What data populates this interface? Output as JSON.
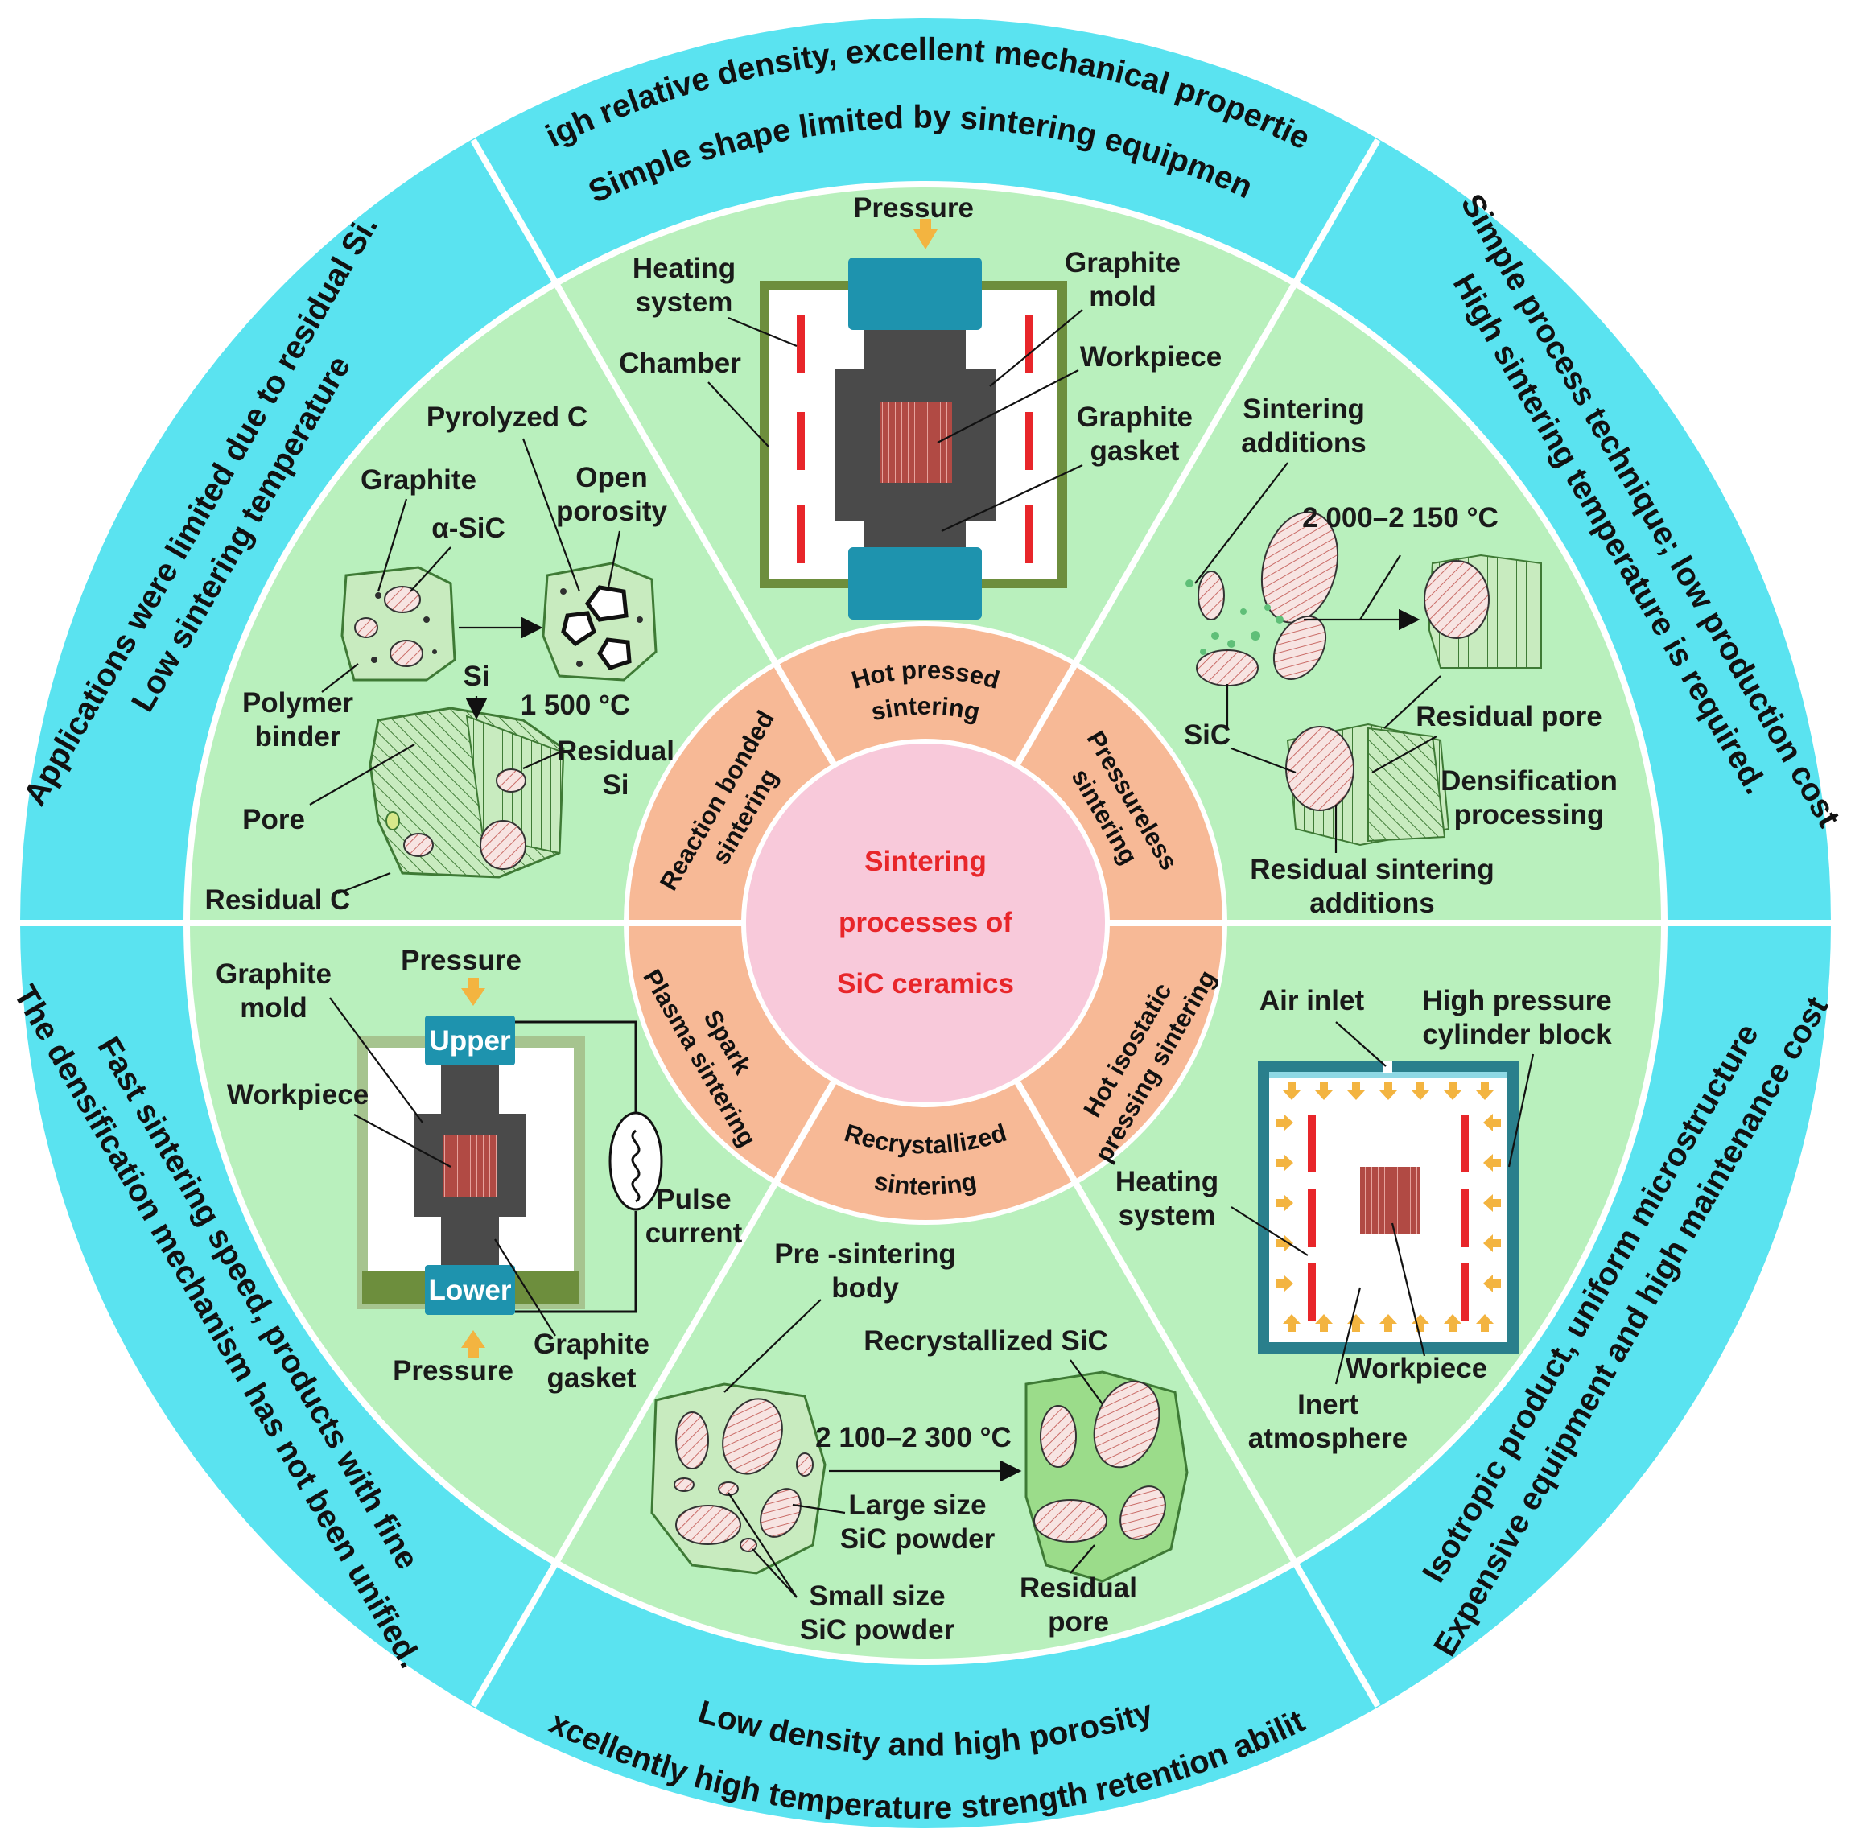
{
  "center": {
    "line1": "Sintering",
    "line2": "processes of",
    "line3": "SiC ceramics"
  },
  "processes": {
    "hot_pressed": [
      "Hot pressed",
      "sintering"
    ],
    "pressureless": [
      "Pressureless",
      "sintering"
    ],
    "hip": [
      "Hot isostatic",
      "pressing sintering"
    ],
    "recrystallized": [
      "Recrystallized",
      "sintering"
    ],
    "spark": [
      "Spark",
      "Plasma sintering"
    ],
    "reaction": [
      "Reaction bonded",
      "sintering"
    ]
  },
  "outer_ring": {
    "top": [
      "High relative density, excellent mechanical properties",
      "Simple shape limited by sintering equipment"
    ],
    "right_upper": [
      "Simple process technique; low production cost",
      "High sintering temperature is required."
    ],
    "right_lower": [
      "Isotropic product, uniform microstructure",
      "Expensive equipment and high maintenance cost"
    ],
    "bottom": [
      "Low density and high porosity",
      "Excellently high temperature strength retention ability"
    ],
    "left_lower": [
      "Fast sintering speed, products with fine",
      "The densification mechanism has not been unified."
    ],
    "left_upper": [
      "Applications were limited due to residual Si.",
      "Low sintering temperature"
    ]
  },
  "hot_pressed_panel": {
    "pressure": "Pressure",
    "heating_system": [
      "Heating",
      "system"
    ],
    "chamber": "Chamber",
    "graphite_mold": [
      "Graphite",
      "mold"
    ],
    "workpiece": "Workpiece",
    "graphite_gasket": [
      "Graphite",
      "gasket"
    ]
  },
  "pressureless_panel": {
    "sintering_additions": [
      "Sintering",
      "additions"
    ],
    "temperature": "2 000–2 150 °C",
    "sic": "SiC",
    "residual_pore": "Residual pore",
    "densification": [
      "Densification",
      "processing"
    ],
    "residual_additions": [
      "Residual sintering",
      "additions"
    ]
  },
  "hip_panel": {
    "air_inlet": "Air inlet",
    "cylinder": [
      "High pressure",
      "cylinder block"
    ],
    "heating_system": [
      "Heating",
      "system"
    ],
    "workpiece": "Workpiece",
    "inert": [
      "Inert",
      "atmosphere"
    ]
  },
  "recrystallized_panel": {
    "pre_sintering": [
      "Pre -sintering",
      "body"
    ],
    "recrystallized_sic": "Recrystallized SiC",
    "temperature": "2 100–2 300 °C",
    "large_powder": [
      "Large size",
      "SiC powder"
    ],
    "small_powder": [
      "Small size",
      "SiC powder"
    ],
    "residual_pore": [
      "Residual",
      "pore"
    ]
  },
  "spark_panel": {
    "pressure_top": "Pressure",
    "graphite_mold": [
      "Graphite",
      "mold"
    ],
    "upper": "Upper",
    "lower": "Lower",
    "workpiece": "Workpiece",
    "pulse_current": [
      "Pulse",
      "current"
    ],
    "pressure_bottom": "Pressure",
    "graphite_gasket": [
      "Graphite",
      "gasket"
    ]
  },
  "reaction_panel": {
    "pyrolyzed_c": "Pyrolyzed C",
    "graphite": "Graphite",
    "alpha_sic": "α-SiC",
    "open_porosity": [
      "Open",
      "porosity"
    ],
    "polymer_binder": [
      "Polymer",
      "binder"
    ],
    "si": "Si",
    "temperature": "1 500 °C",
    "residual_si": [
      "Residual",
      "Si"
    ],
    "pore": "Pore",
    "residual_c": "Residual C"
  },
  "colors": {
    "outer_ring": "#5ae3f0",
    "panel": "#b9f0bd",
    "process_ring": "#f7b996",
    "center": "#f8c9da",
    "center_text": "#e8262a",
    "heater": "#e8262a",
    "press_block": "#1e93ae"
  }
}
